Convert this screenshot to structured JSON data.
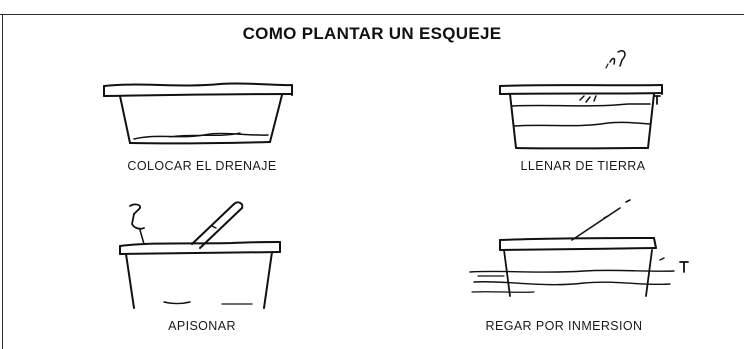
{
  "title": "COMO PLANTAR UN ESQUEJE",
  "steps": [
    {
      "caption": "COLOCAR EL DRENAJE"
    },
    {
      "caption": "LLENAR DE TIERRA"
    },
    {
      "caption": "APISONAR"
    },
    {
      "caption": "REGAR POR INMERSION"
    }
  ],
  "colors": {
    "ink": "#111111",
    "background": "#ffffff"
  },
  "icons": [
    "pot-drainage-sketch",
    "pot-soil-sketch",
    "pot-tamping-sketch",
    "pot-watering-sketch"
  ]
}
